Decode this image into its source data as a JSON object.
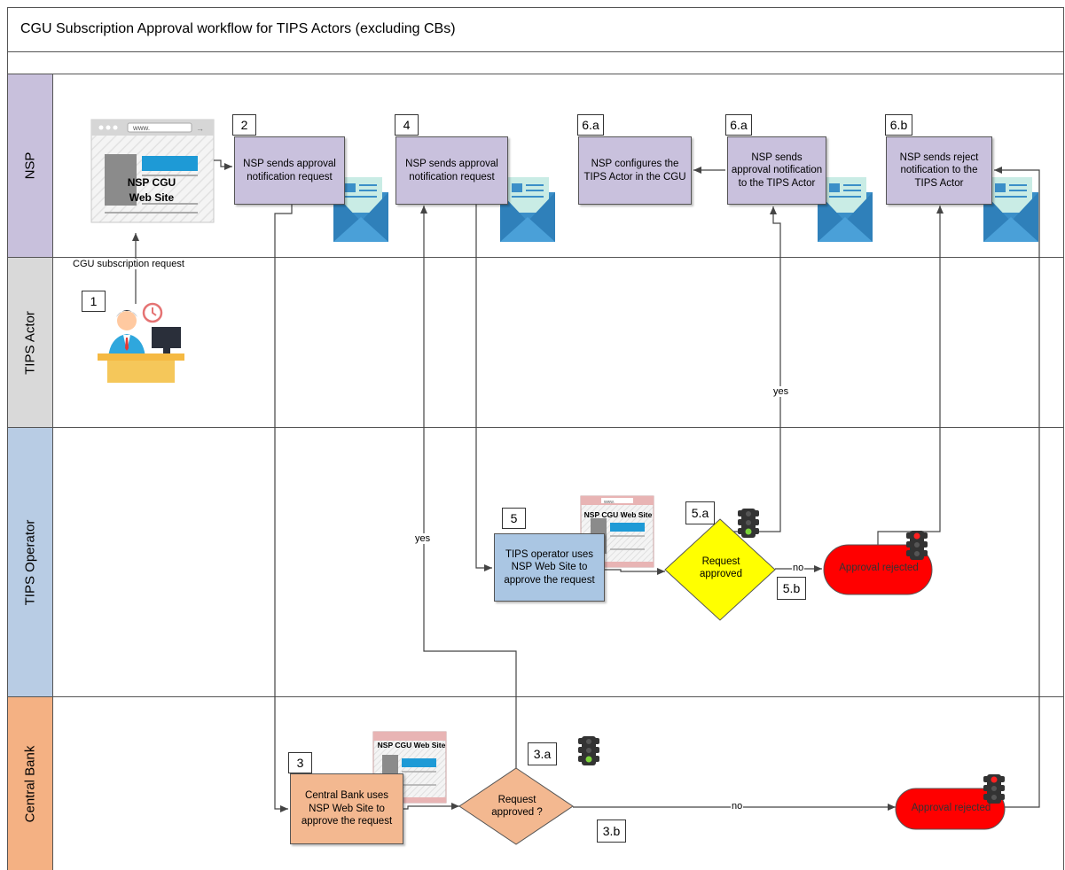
{
  "diagram": {
    "title": "CGU Subscription Approval workflow for TIPS Actors (excluding CBs)",
    "lanes": {
      "nsp": "NSP",
      "tips_actor": "TIPS Actor",
      "tips_operator": "TIPS Operator",
      "central_bank": "Central Bank"
    },
    "steps": {
      "s1": "1",
      "s2": "2",
      "s3": "3",
      "s3a": "3.a",
      "s3b": "3.b",
      "s4": "4",
      "s5": "5",
      "s5a": "5.a",
      "s5b": "5.b",
      "s6a_configure": "6.a",
      "s6a_notify": "6.a",
      "s6b": "6.b"
    },
    "boxes": {
      "nsp_send_approval_2": "NSP sends approval notification request",
      "nsp_send_approval_4": "NSP sends approval notification request",
      "nsp_configure": "NSP configures the TIPS Actor in the CGU",
      "nsp_send_approval_actor": "NSP sends approval notification to the TIPS Actor",
      "nsp_send_reject_actor": "NSP sends reject notification to the TIPS Actor",
      "operator_uses_site": "TIPS operator uses NSP Web Site to approve the request",
      "cb_uses_site": "Central Bank uses NSP Web Site to approve the request"
    },
    "decisions": {
      "operator_decision": "Request approved",
      "cb_decision": "Request approved ?"
    },
    "terminals": {
      "operator_rejected": "Approval rejected",
      "cb_rejected": "Approval rejected"
    },
    "website": {
      "main_label": "NSP CGU Web Site",
      "url_text": "www.",
      "mini_label": "NSP CGU Web Site",
      "mini_url": "www."
    },
    "edge_labels": {
      "subscription_request": "CGU subscription request",
      "yes_operator": "yes",
      "yes_cb": "yes",
      "no_operator": "no",
      "no_cb": "no"
    },
    "colors": {
      "nsp_lane": "#c8c0dc",
      "actor_lane": "#d9d9d9",
      "operator_lane": "#b8cce4",
      "cb_lane": "#f4b183",
      "process_purple": "#c9c1dd",
      "process_blue": "#aac6e3",
      "process_orange": "#f3b890",
      "decision_yellow": "#ffff00",
      "decision_orange": "#f3b890",
      "terminal_red": "#ff0000",
      "envelope": "#3b8fc8"
    }
  }
}
